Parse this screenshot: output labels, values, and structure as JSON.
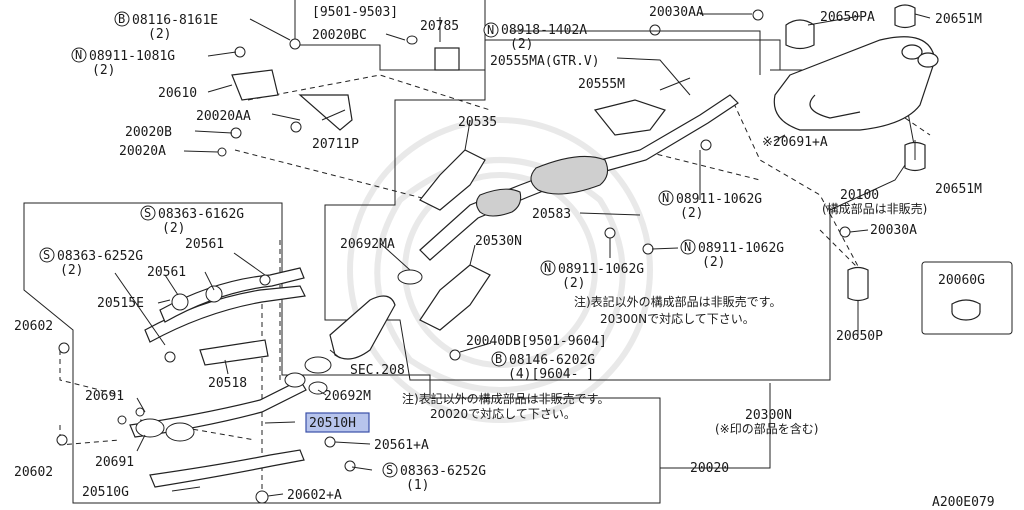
{
  "diagram": {
    "code": "A200E079",
    "labels": {
      "b_08116": "08116-8161E",
      "b_08116_qty": "(2)",
      "date_9501_9503": "[9501-9503]",
      "p20785": "20785",
      "p20020BC": "20020BC",
      "n_08918": "08918-1402A",
      "n_08918_qty": "(2)",
      "p20030AA": "20030AA",
      "p20650PA": "20650PA",
      "p20651M_top": "20651M",
      "n_08911_top": "08911-1081G",
      "n_08911_top_qty": "(2)",
      "p20555MA": "20555MA(GTR.V)",
      "p20555M": "20555M",
      "p20610": "20610",
      "p20020AA": "20020AA",
      "p20020B": "20020B",
      "p20020A": "20020A",
      "p20711P": "20711P",
      "p20535": "20535",
      "p20691A": "※20691+A",
      "p20100": "20100",
      "p20100_note": "(構成部品は非販売)",
      "p20651M_mid": "20651M",
      "s_08363_6162": "08363-6162G",
      "s_08363_6162_qty": "(2)",
      "n_08911_mid": "08911-1062G",
      "n_08911_mid_qty": "(2)",
      "p20583": "20583",
      "p20030A": "20030A",
      "p20561_a": "20561",
      "s_08363_6252_top": "08363-6252G",
      "s_08363_6252_top_qty": "(2)",
      "p20692MA": "20692MA",
      "p20530N": "20530N",
      "n_08911_low": "08911-1062G",
      "n_08911_low_qty": "(2)",
      "n_08911_right": "08911-1062G",
      "n_08911_right_qty": "(2)",
      "p20060G": "20060G",
      "p20561_b": "20561",
      "p20515E": "20515E",
      "note1_line1": "注)表記以外の構成部品は非販売です。",
      "note1_line2": "20300Nで対応して下さい。",
      "p20650P": "20650P",
      "p20602_top": "20602",
      "p20518": "20518",
      "p20692M": "20692M",
      "sec208": "SEC.208",
      "p20040DB": "20040DB[9501-9604]",
      "b_08146": "08146-6202G",
      "b_08146_qty": "(4)[9604-    ]",
      "p20691_top": "20691",
      "note2_line1": "注)表記以外の構成部品は非販売です。",
      "note2_line2": "20020で対応して下さい。",
      "p20510H": "20510H",
      "p20300N": "20300N",
      "p20300N_note": "(※印の部品を含む)",
      "p20691_bot": "20691",
      "p20561A": "20561+A",
      "p20602_bot": "20602",
      "s_08363_6252_bot": "08363-6252G",
      "s_08363_6252_bot_qty": "(1)",
      "p20020": "20020",
      "p20510G": "20510G",
      "p20602A": "20602+A"
    },
    "markers": {
      "b": "B",
      "n": "N",
      "s": "S"
    },
    "highlight_color": "#b7c4ec"
  }
}
